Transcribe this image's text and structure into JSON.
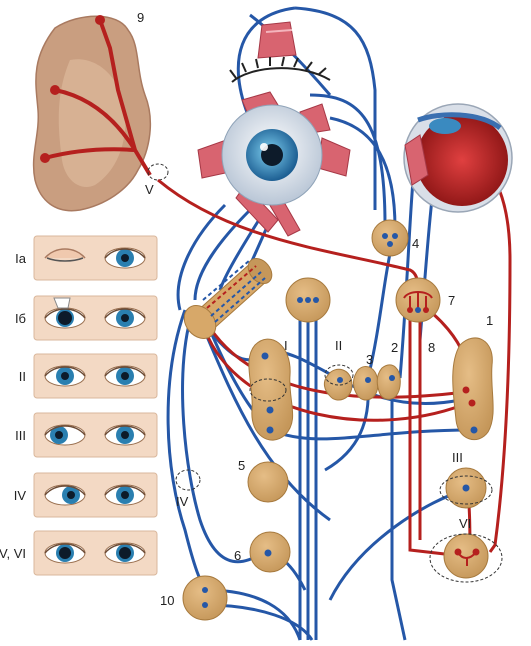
{
  "labels": {
    "n1": "1",
    "n2": "2",
    "n3": "3",
    "n4": "4",
    "n5": "5",
    "n6": "6",
    "n7": "7",
    "n8": "8",
    "n9": "9",
    "n10": "10",
    "rI": "I",
    "rII": "II",
    "rIII": "III",
    "rIV": "IV",
    "rV": "V",
    "rVI": "VI"
  },
  "panels": [
    {
      "label": "Ia",
      "state": "left eyelid closed (ptosis)"
    },
    {
      "label": "Iб",
      "state": "left eye with lid retracted, pupil dilated"
    },
    {
      "label": "II",
      "state": "both eyes normal gaze"
    },
    {
      "label": "III",
      "state": "left eye deviated outward"
    },
    {
      "label": "IV",
      "state": "left eye deviated inward"
    },
    {
      "label": "V, VI",
      "state": "both eyes with dilated pupils"
    }
  ],
  "colors": {
    "nucleus": "#d7a869",
    "nucleus_edge": "#a77a3e",
    "nerve_blue": "#2557a7",
    "nerve_red": "#b5201e",
    "cortex": "#c99e80",
    "cortex_dark": "#a97a60",
    "iris": "#2a7fb0",
    "muscle": "#d86470",
    "panel_bg": "#f3d9c4"
  }
}
